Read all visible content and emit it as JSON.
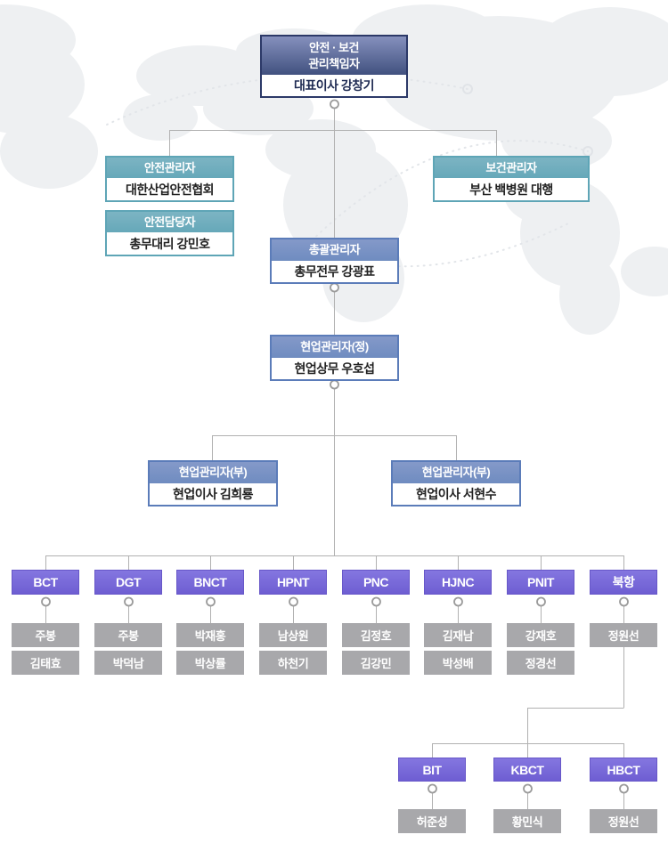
{
  "colors": {
    "navy_header": "#41517f",
    "teal_header": "#6fadbd",
    "blue_header": "#7e96c6",
    "purple_box": "#7668d8",
    "gray_box": "#a8a8ab",
    "connector_line": "#b1b1b1"
  },
  "org": {
    "root": {
      "title_line1": "안전 · 보건",
      "title_line2": "관리책임자",
      "person": "대표이사 강창기"
    },
    "safety_manager": {
      "title": "안전관리자",
      "person": "대한산업안전협회"
    },
    "safety_officer": {
      "title": "안전담당자",
      "person": "총무대리 강민호"
    },
    "health_manager": {
      "title": "보건관리자",
      "person": "부산 백병원 대행"
    },
    "general_manager": {
      "title": "총괄관리자",
      "person": "총무전무 강광표"
    },
    "field_manager_main": {
      "title": "현업관리자(정)",
      "person": "현업상무 우호섭"
    },
    "field_manager_sub_left": {
      "title": "현업관리자(부)",
      "person": "현업이사 김희룡"
    },
    "field_manager_sub_right": {
      "title": "현업관리자(부)",
      "person": "현업이사 서현수"
    },
    "terminals": [
      {
        "code": "BCT",
        "members": [
          "주봉",
          "김태효"
        ]
      },
      {
        "code": "DGT",
        "members": [
          "주봉",
          "박덕남"
        ]
      },
      {
        "code": "BNCT",
        "members": [
          "박재홍",
          "박상률"
        ]
      },
      {
        "code": "HPNT",
        "members": [
          "남상원",
          "하천기"
        ]
      },
      {
        "code": "PNC",
        "members": [
          "김정호",
          "김강민"
        ]
      },
      {
        "code": "HJNC",
        "members": [
          "김재남",
          "박성배"
        ]
      },
      {
        "code": "PNIT",
        "members": [
          "강재호",
          "정경선"
        ]
      },
      {
        "code": "북항",
        "members": [
          "정원선"
        ]
      }
    ],
    "north_port_terminals": [
      {
        "code": "BIT",
        "members": [
          "허준성"
        ]
      },
      {
        "code": "KBCT",
        "members": [
          "황민식"
        ]
      },
      {
        "code": "HBCT",
        "members": [
          "정원선"
        ]
      }
    ]
  }
}
